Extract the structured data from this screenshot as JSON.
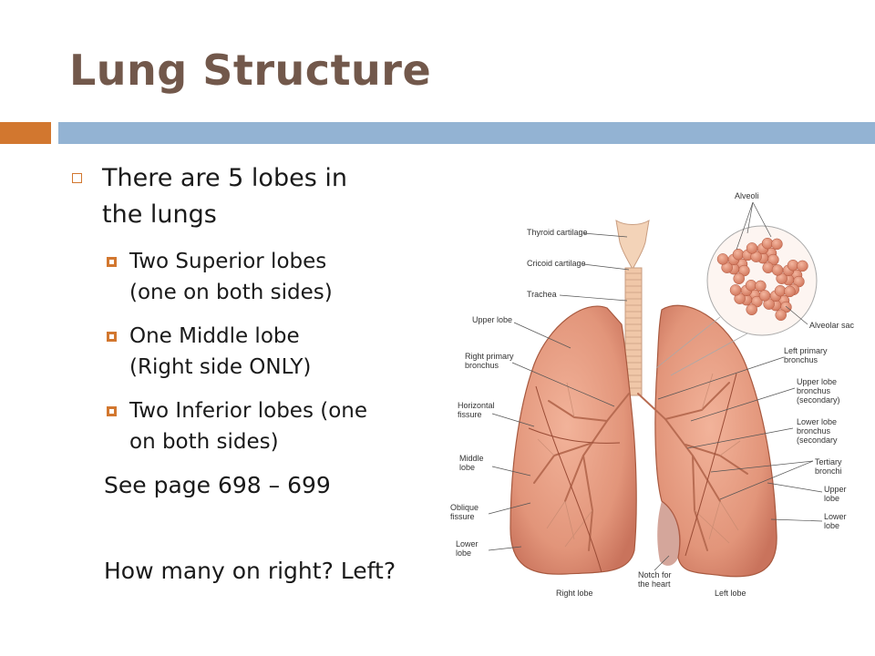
{
  "slide": {
    "title": "Lung Structure",
    "accent_color": "#d2772f",
    "bar_color": "#93b3d3",
    "title_color": "#72584b"
  },
  "bullets": {
    "main_line1": "There are 5 lobes in",
    "main_line2": "the lungs",
    "sub": [
      {
        "line1": "Two Superior lobes",
        "line2": "(one on both sides)"
      },
      {
        "line1": "One Middle lobe",
        "line2": "(Right side ONLY)"
      },
      {
        "line1": "Two Inferior lobes (one",
        "line2": "on both sides)"
      }
    ],
    "see_page": "See page 698 – 699",
    "question": "How many on right? Left?"
  },
  "figure": {
    "labels": {
      "alveoli": "Alveoli",
      "thyroid_cartilage": "Thyroid cartilage",
      "cricoid_cartilage": "Cricoid cartilage",
      "trachea": "Trachea",
      "upper_lobe_left_side": "Upper lobe",
      "right_primary_1": "Right primary",
      "right_primary_2": "bronchus",
      "horizontal_1": "Horizontal",
      "horizontal_2": "fissure",
      "middle_1": "Middle",
      "middle_2": "lobe",
      "oblique_1": "Oblique",
      "oblique_2": "fissure",
      "lower_1": "Lower",
      "lower_2": "lobe",
      "right_lobe": "Right lobe",
      "notch_1": "Notch for",
      "notch_2": "the heart",
      "left_lobe": "Left lobe",
      "alveolar_sac": "Alveolar sac",
      "left_primary_1": "Left primary",
      "left_primary_2": "bronchus",
      "upper_bronchus_1": "Upper lobe",
      "upper_bronchus_2": "bronchus",
      "upper_bronchus_3": "(secondary)",
      "lower_bronchus_1": "Lower lobe",
      "lower_bronchus_2": "bronchus",
      "lower_bronchus_3": "(secondary",
      "tertiary_1": "Tertiary",
      "tertiary_2": "bronchi",
      "upper_r_1": "Upper",
      "upper_r_2": "lobe",
      "lower_r_1": "Lower",
      "lower_r_2": "lobe"
    }
  }
}
